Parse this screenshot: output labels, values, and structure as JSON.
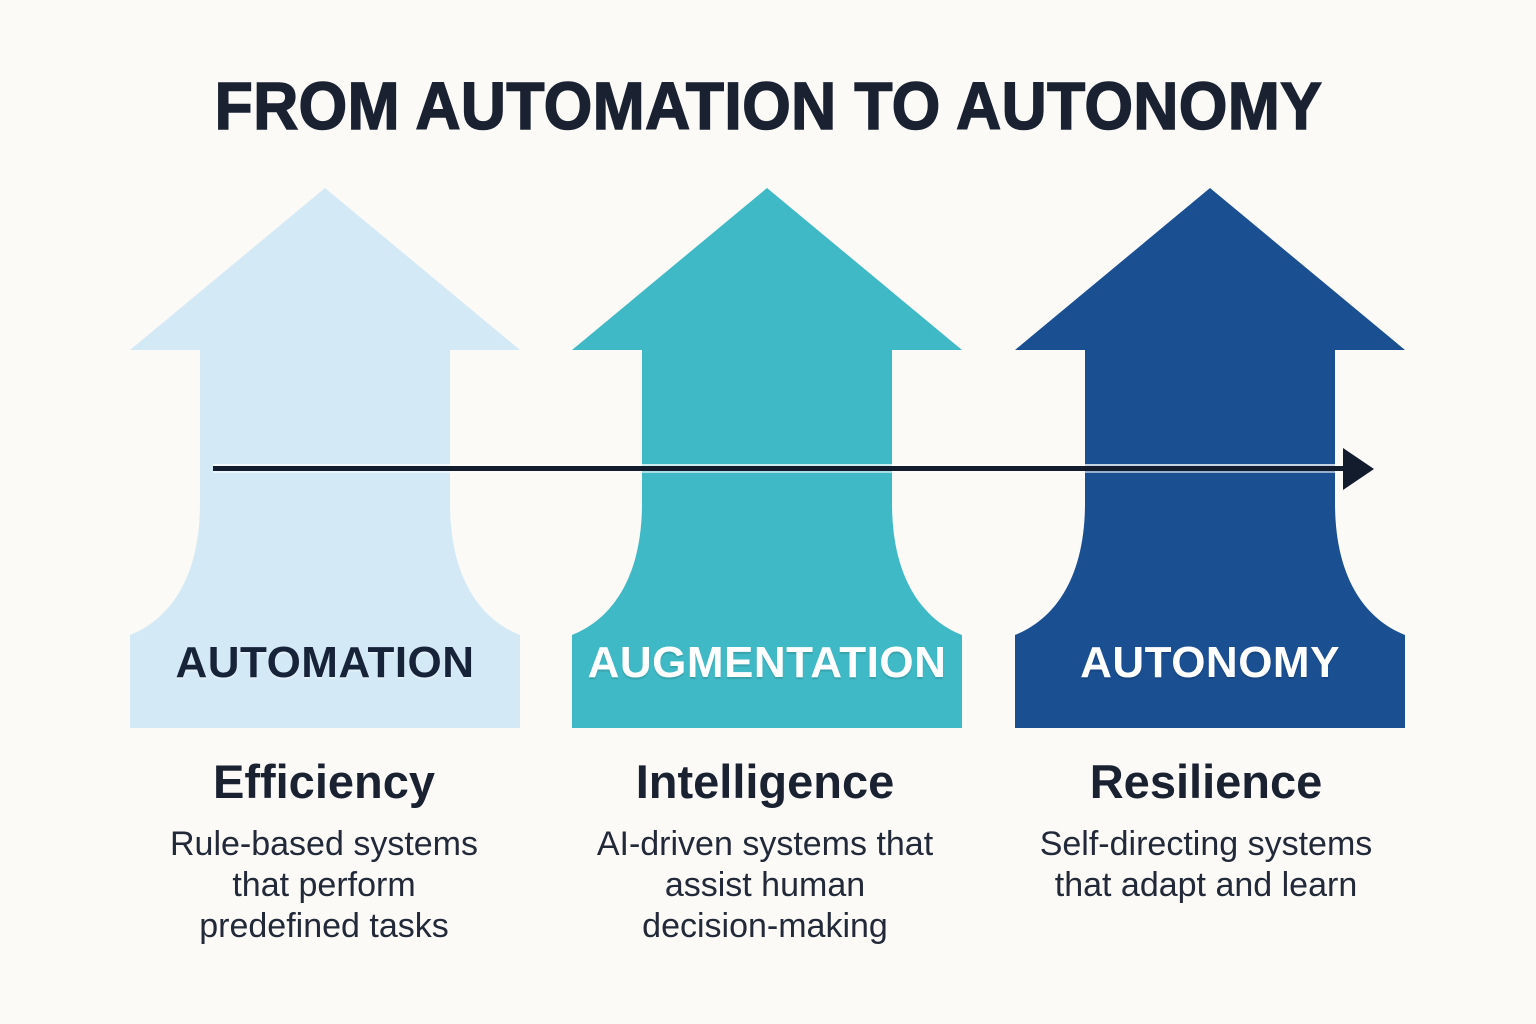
{
  "title": "FROM AUTOMATION TO AUTONOMY",
  "colors": {
    "background": "#fbfaf7",
    "title_text": "#1a2232",
    "body_text": "#222938",
    "progression_arrow": "#131c2d",
    "automation_fill": "#d4e9f6",
    "augmentation_fill": "#3fb9c5",
    "autonomy_fill": "#1a4f92",
    "automation_label_color": "#172338",
    "augmentation_label_color": "#ffffff",
    "autonomy_label_color": "#ffffff"
  },
  "progression_arrow": {
    "name": "left-to-right-arrow",
    "direction": "right"
  },
  "stages": [
    {
      "label": "AUTOMATION",
      "fill": "#d4e9f6",
      "heading": "Efficiency",
      "lines": [
        "Rule-based systems",
        "that perform",
        "predefined tasks"
      ]
    },
    {
      "label": "AUGMENTATION",
      "fill": "#3fb9c5",
      "heading": "Intelligence",
      "lines": [
        "AI-driven systems that",
        "assist human",
        "decision-making"
      ]
    },
    {
      "label": "AUTONOMY",
      "fill": "#1a4f92",
      "heading": "Resilience",
      "lines": [
        "Self-directing systems",
        "that adapt and learn"
      ]
    }
  ]
}
